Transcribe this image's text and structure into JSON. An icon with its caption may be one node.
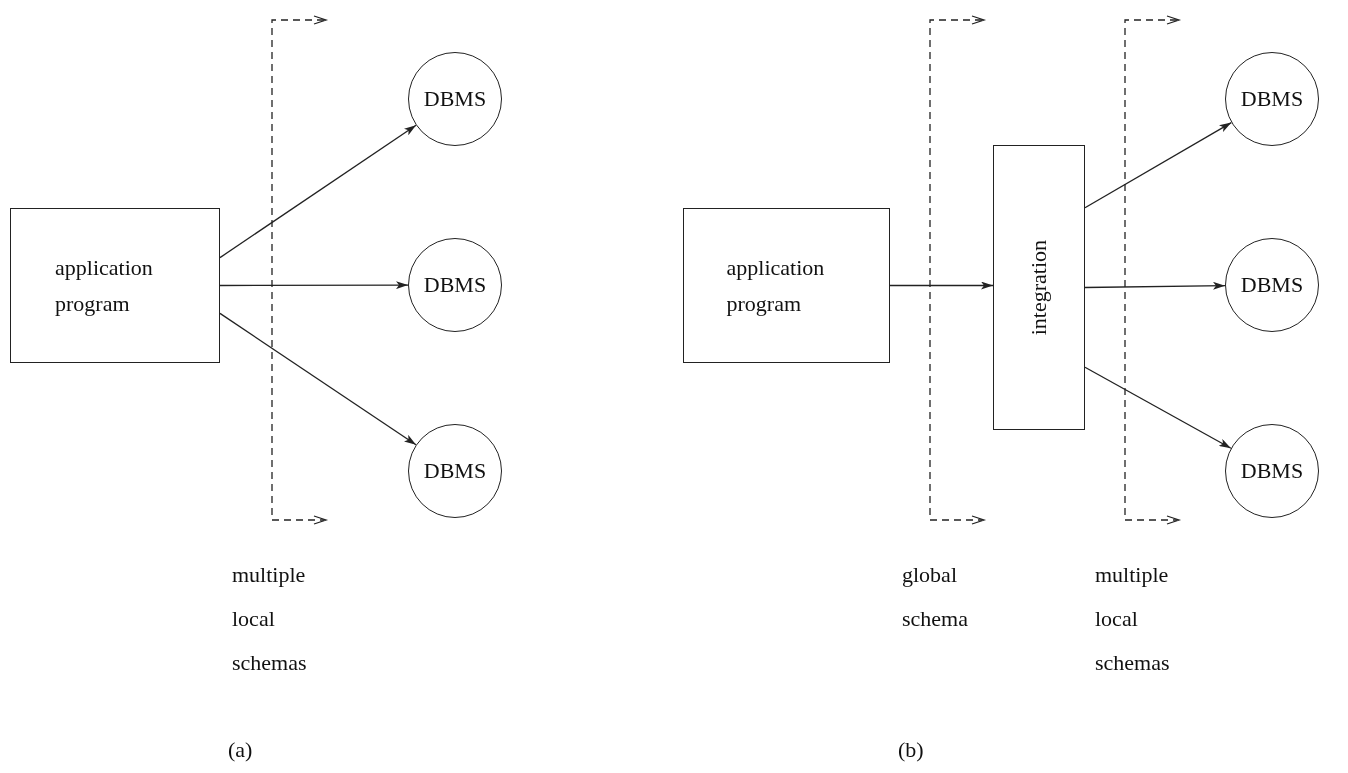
{
  "diagram": {
    "nodes": [
      {
        "text": [
          "application program"
        ]
      },
      {
        "text": [
          "DBMS"
        ]
      },
      {
        "text": [
          "DBMS"
        ]
      },
      {
        "text": [
          "DBMS"
        ]
      },
      {
        "text": [
          "application program"
        ]
      },
      {
        "text": [
          "integration"
        ]
      },
      {
        "text": [
          "DBMS"
        ]
      },
      {
        "text": [
          "DBMS"
        ]
      },
      {
        "text": [
          "DBMS"
        ]
      }
    ],
    "edges": [
      {
        "from": 0,
        "to": 1,
        "arrow": "to"
      },
      {
        "from": 0,
        "to": 2,
        "arrow": "to"
      },
      {
        "from": 0,
        "to": 3,
        "arrow": "to"
      },
      {
        "from": 4,
        "to": 5,
        "arrow": "to"
      },
      {
        "from": 5,
        "to": 6,
        "arrow": "to"
      },
      {
        "from": 5,
        "to": 7,
        "arrow": "to"
      },
      {
        "from": 5,
        "to": 8,
        "arrow": "to"
      }
    ],
    "labels": [
      "multiple local schemas",
      "(a)",
      "global schema",
      "multiple local schemas",
      "(b)"
    ]
  }
}
